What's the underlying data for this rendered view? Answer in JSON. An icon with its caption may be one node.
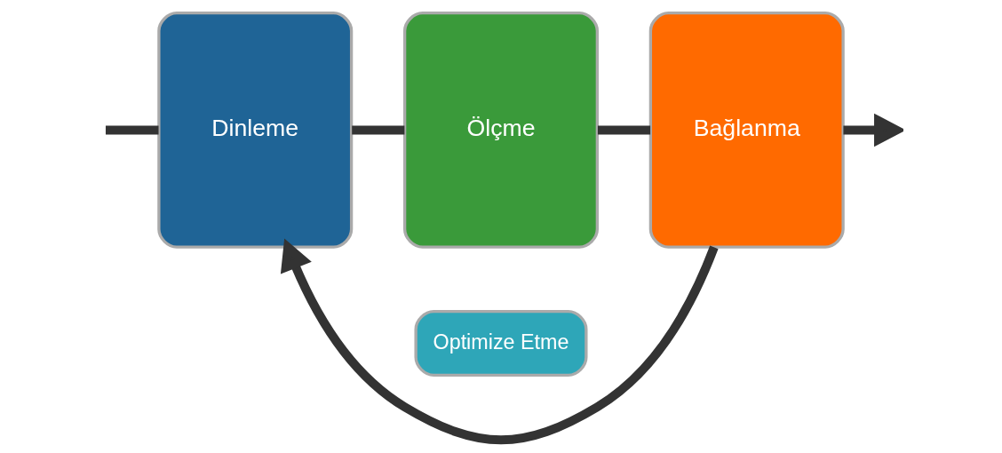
{
  "diagram": {
    "nodes": [
      {
        "text": [
          "Dinleme"
        ]
      },
      {
        "text": [
          "Ölçme"
        ]
      },
      {
        "text": [
          "Bağlanma"
        ]
      },
      {
        "text": [
          "Optimize Etme"
        ]
      }
    ],
    "edges": [
      {
        "from": null,
        "to": 0,
        "arrow": "none"
      },
      {
        "from": 0,
        "to": 1,
        "arrow": "none"
      },
      {
        "from": 1,
        "to": 2,
        "arrow": "none"
      },
      {
        "from": 2,
        "to": null,
        "arrow": "to"
      },
      {
        "from": 2,
        "to": 0,
        "arrow": "to"
      }
    ]
  }
}
